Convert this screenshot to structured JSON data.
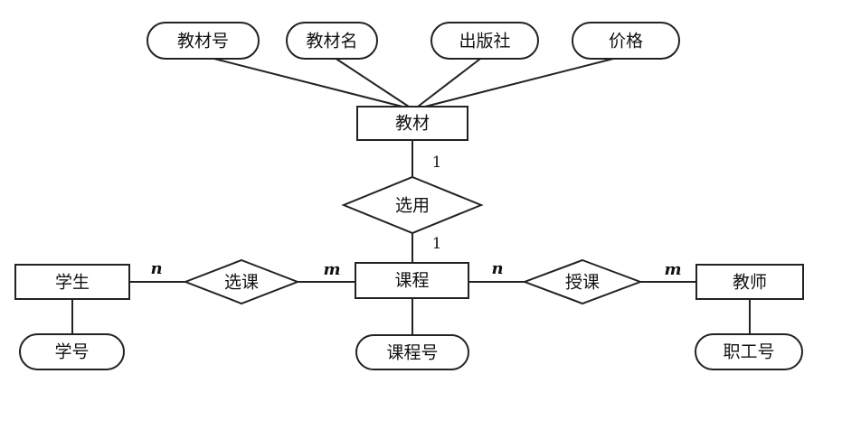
{
  "entities": {
    "textbook": "教材",
    "course": "课程",
    "student": "学生",
    "teacher": "教师"
  },
  "attributes": {
    "textbook_no": "教材号",
    "textbook_name": "教材名",
    "publisher": "出版社",
    "price": "价格",
    "student_no": "学号",
    "course_no": "课程号",
    "staff_no": "职工号"
  },
  "relationships": {
    "select_textbook": "选用",
    "enroll": "选课",
    "teach": "授课"
  },
  "cardinalities": {
    "textbook_select": "1",
    "course_select": "1",
    "student_enroll": "n",
    "course_enroll": "m",
    "course_teach": "n",
    "teacher_teach": "m"
  },
  "colors": {
    "line": "#222222",
    "background": "#ffffff"
  }
}
